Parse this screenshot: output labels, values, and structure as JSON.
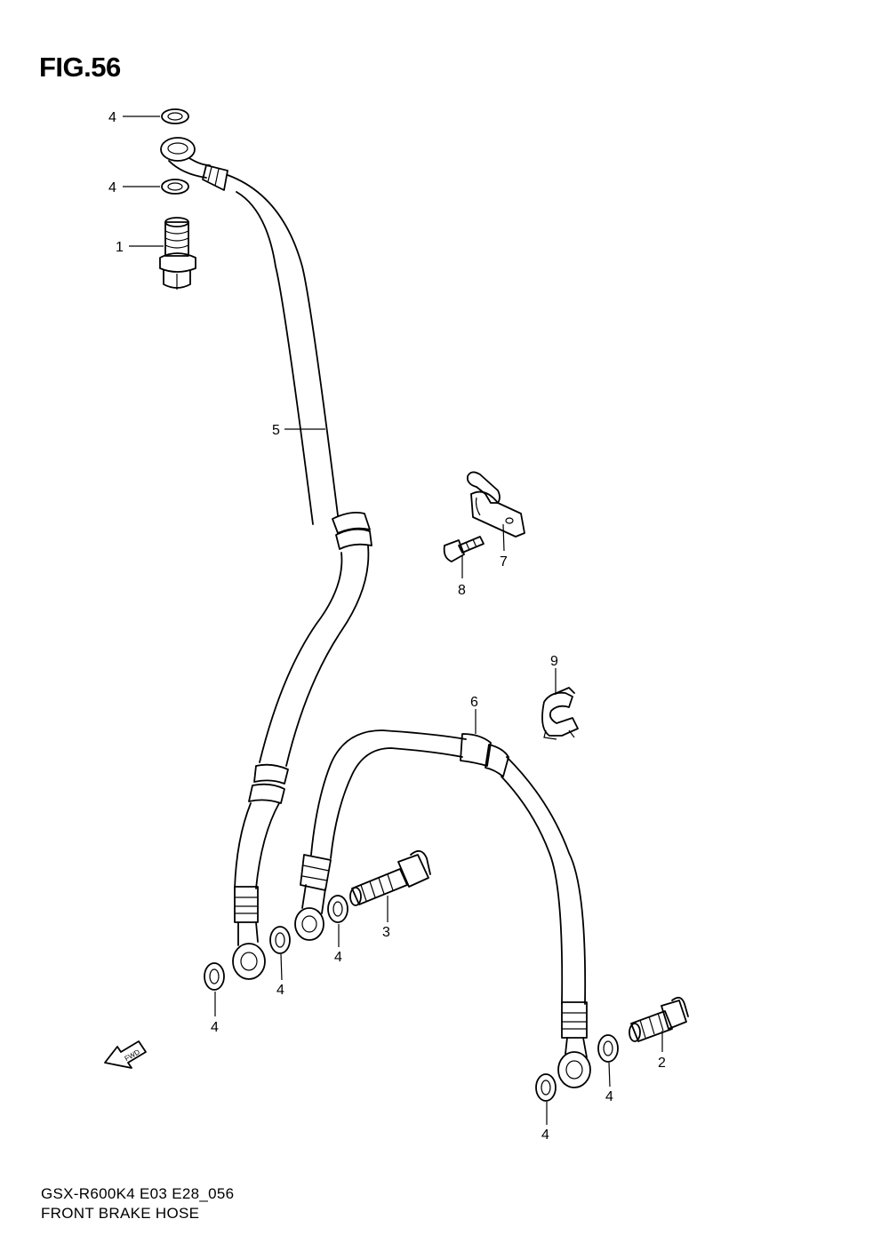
{
  "figure": {
    "title": "FIG.56"
  },
  "callouts": [
    {
      "id": "c4a",
      "label": "4"
    },
    {
      "id": "c4b",
      "label": "4"
    },
    {
      "id": "c1",
      "label": "1"
    },
    {
      "id": "c5",
      "label": "5"
    },
    {
      "id": "c7",
      "label": "7"
    },
    {
      "id": "c8",
      "label": "8"
    },
    {
      "id": "c9",
      "label": "9"
    },
    {
      "id": "c6",
      "label": "6"
    },
    {
      "id": "c3",
      "label": "3"
    },
    {
      "id": "c4c",
      "label": "4"
    },
    {
      "id": "c4d",
      "label": "4"
    },
    {
      "id": "c4e",
      "label": "4"
    },
    {
      "id": "c2",
      "label": "2"
    },
    {
      "id": "c4f",
      "label": "4"
    },
    {
      "id": "c4g",
      "label": "4"
    }
  ],
  "fwd_label": "FWD",
  "footer": {
    "model_code": "GSX-R600K4 E03 E28_056",
    "caption": "FRONT BRAKE  HOSE"
  }
}
